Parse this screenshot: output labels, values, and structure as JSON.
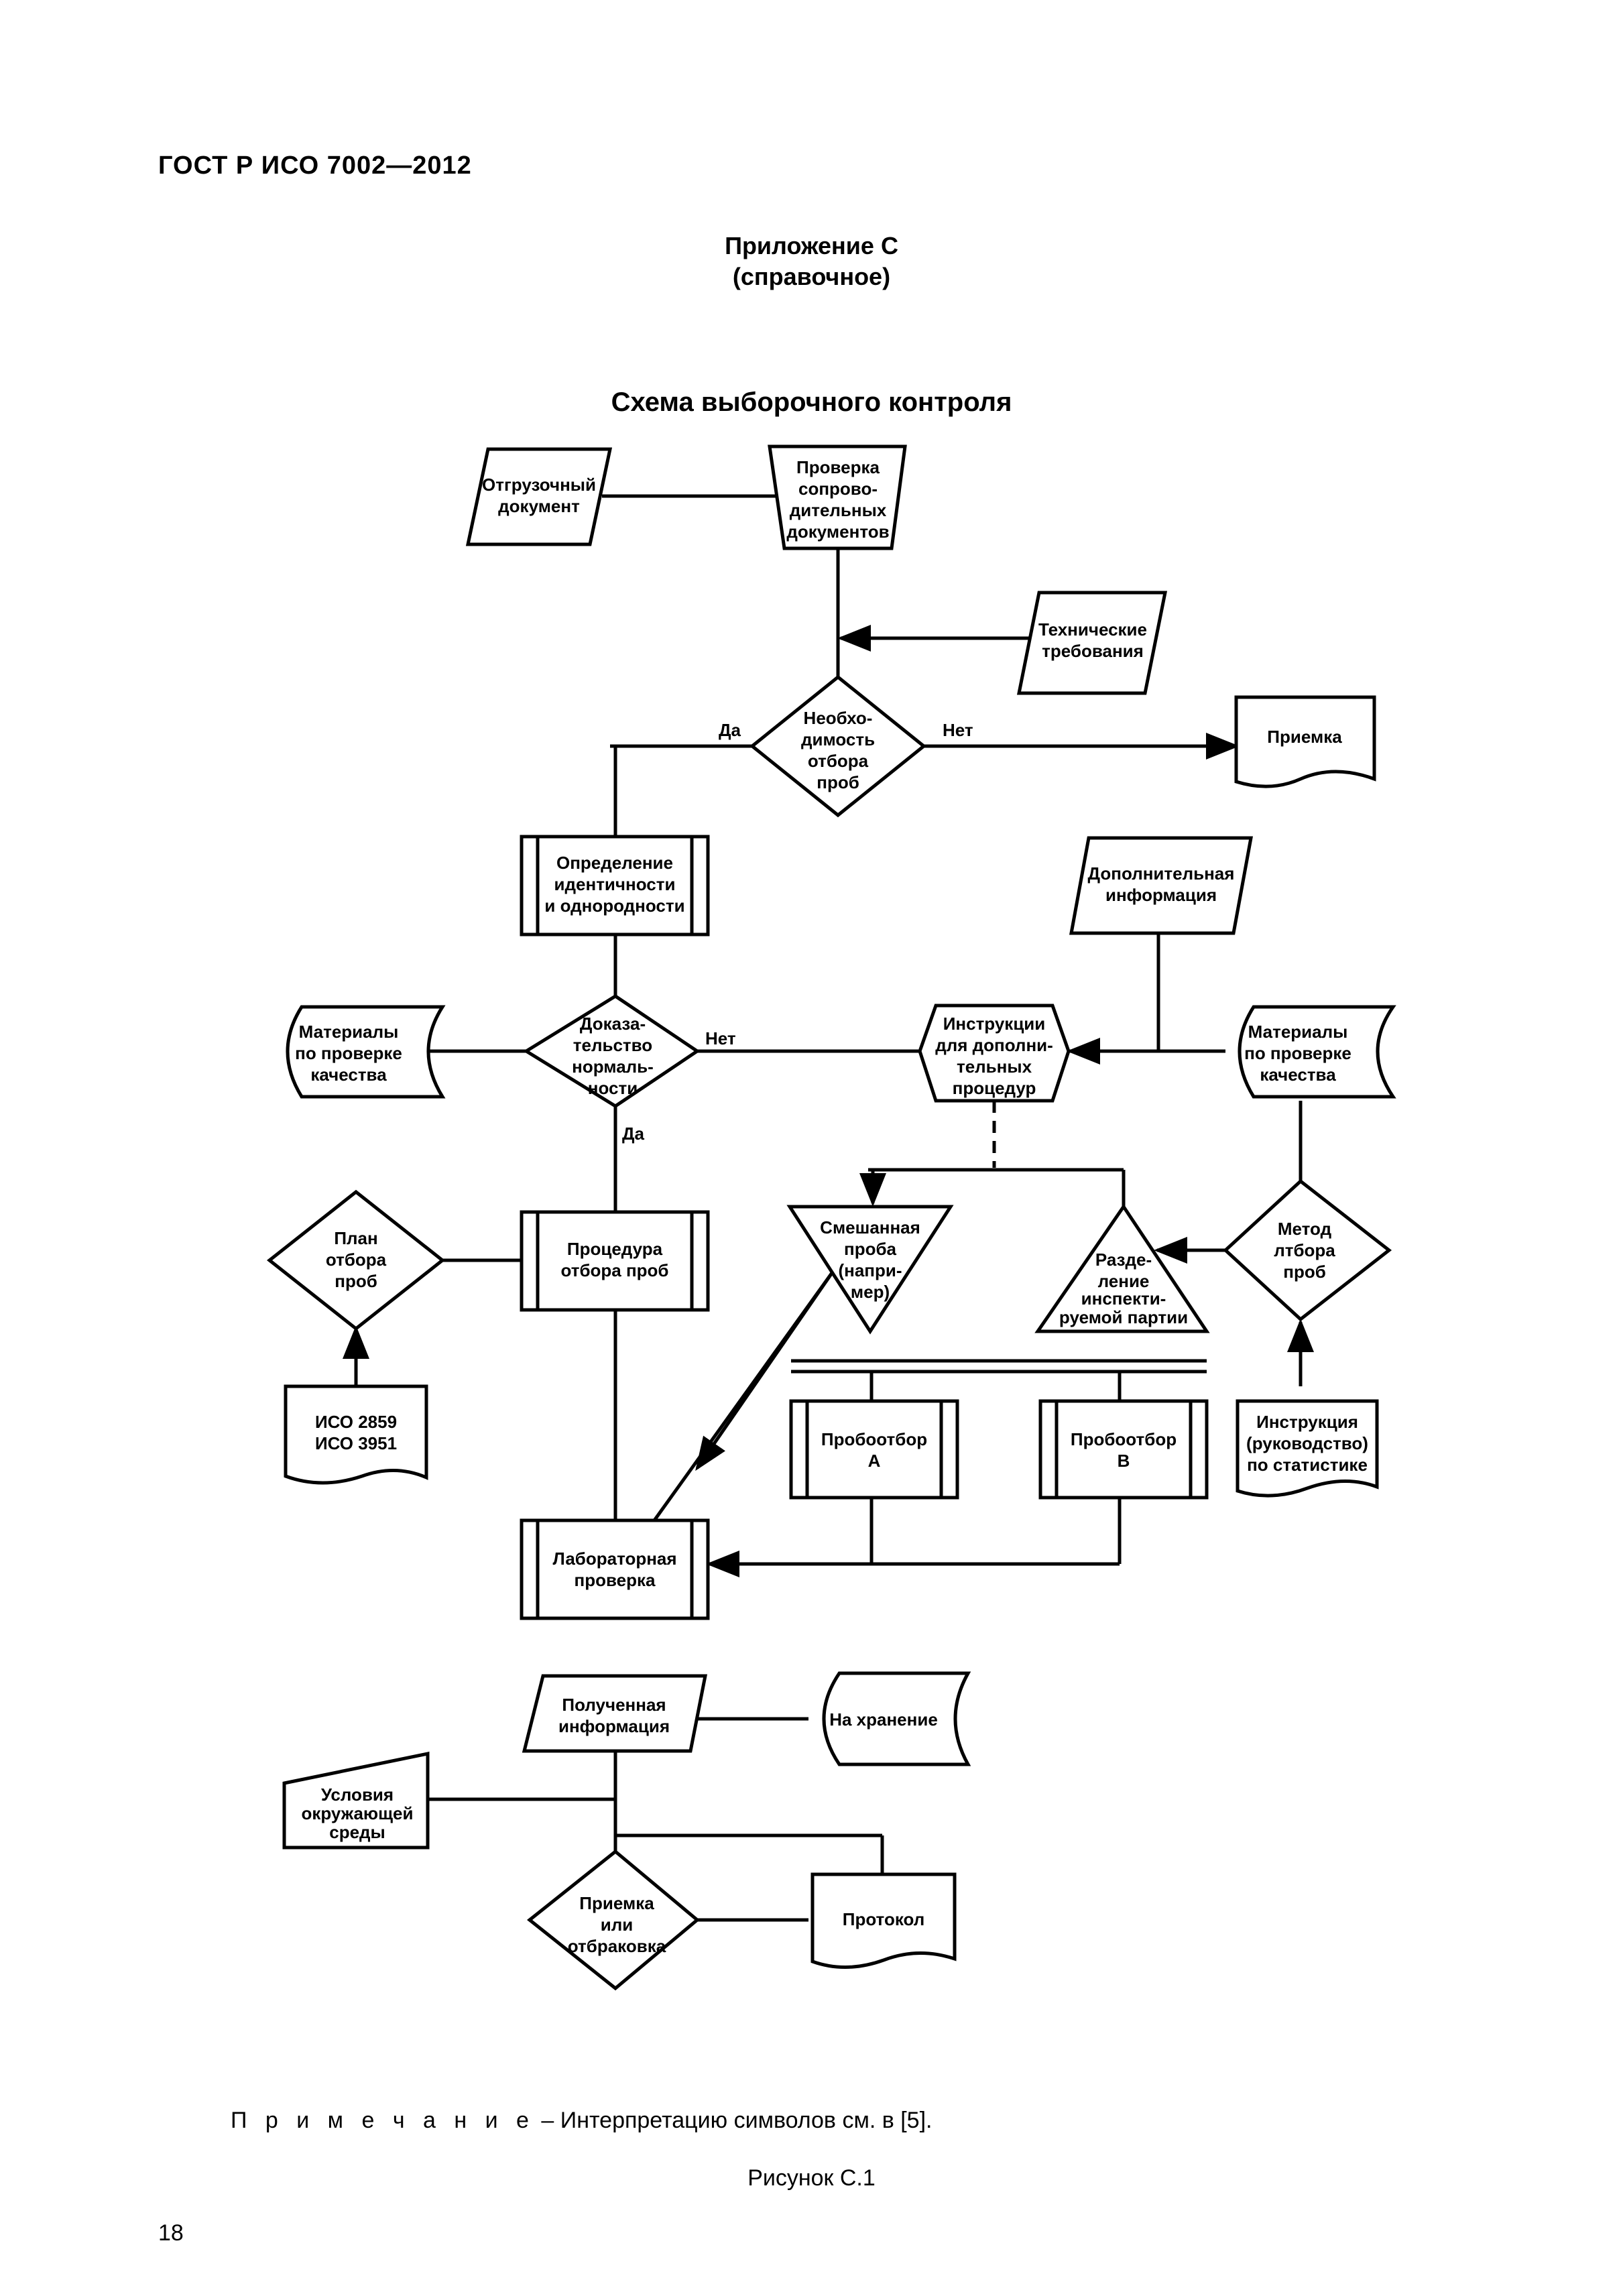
{
  "header": {
    "standard": "ГОСТ Р ИСО 7002—2012"
  },
  "appendix": {
    "title": "Приложение С",
    "subtitle": "(справочное)"
  },
  "scheme_title": "Схема выборочного контроля",
  "nodes": {
    "shipping_doc": [
      "Отгрузочный",
      "документ"
    ],
    "check_docs": [
      "Проверка",
      "сопрово-",
      "дительных",
      "документов"
    ],
    "tech_req": [
      "Технические",
      "требования"
    ],
    "need_sampling": [
      "Необхо-",
      "димость",
      "отбора",
      "проб"
    ],
    "acceptance_top": [
      "Приемка"
    ],
    "identity": [
      "Определение",
      "идентичности",
      "и однородности"
    ],
    "extra_info": [
      "Дополнительная",
      "информация"
    ],
    "quality_left": [
      "Материалы",
      "по проверке",
      "качества"
    ],
    "proof_normality": [
      "Доказа-",
      "тельство",
      "нормаль-",
      "ности"
    ],
    "instructions_extra": [
      "Инструкции",
      "для дополни-",
      "тельных",
      "процедур"
    ],
    "quality_right": [
      "Материалы",
      "по проверке",
      "качества"
    ],
    "sampling_plan": [
      "План",
      "отбора",
      "проб"
    ],
    "sampling_procedure": [
      "Процедура",
      "отбора проб"
    ],
    "mixed_sample": [
      "Смешанная",
      "проба",
      "(напри-",
      "мер)"
    ],
    "lot_division": [
      "Разде-",
      "ление",
      "инспекти-",
      "руемой партии"
    ],
    "sampling_method": [
      "Метод",
      "лтбора",
      "проб"
    ],
    "iso_docs": [
      "ИСО 2859",
      "ИСО 3951"
    ],
    "sample_a": [
      "Пробоотбор",
      "А"
    ],
    "sample_b": [
      "Пробоотбор",
      "В"
    ],
    "stat_instruction": [
      "Инструкция",
      "(руководство)",
      "по статистике"
    ],
    "lab_test": [
      "Лабораторная",
      "проверка"
    ],
    "received_info": [
      "Полученная",
      "информация"
    ],
    "storage": [
      "На хранение"
    ],
    "environment": [
      "Условия",
      "окружающей",
      "среды"
    ],
    "accept_reject": [
      "Приемка",
      "или",
      "отбраковка"
    ],
    "protocol": [
      "Протокол"
    ]
  },
  "edge_labels": {
    "yes_top": "Да",
    "no_top": "Нет",
    "no_mid": "Нет",
    "yes_mid": "Да"
  },
  "note": {
    "label": "П р и м е ч а н и е",
    "text": " – Интерпретацию символов см. в [5]."
  },
  "figure_caption": "Рисунок С.1",
  "page_number": "18"
}
